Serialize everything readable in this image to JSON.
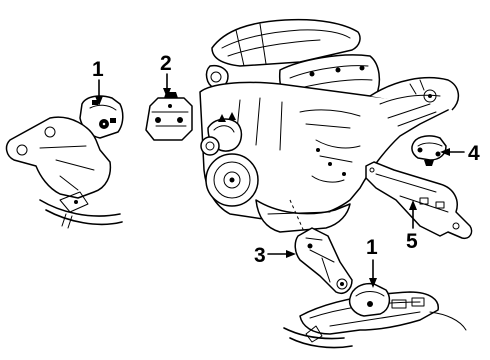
{
  "callouts": [
    {
      "id": "1",
      "part": "engine-mount-left",
      "label": "1"
    },
    {
      "id": "2",
      "part": "mount-bracket-upper",
      "label": "2"
    },
    {
      "id": "3",
      "part": "mount-bracket-lower",
      "label": "3"
    },
    {
      "id": "1b",
      "part": "engine-mount-right",
      "label": "1"
    },
    {
      "id": "4",
      "part": "transmission-mount",
      "label": "4"
    },
    {
      "id": "5",
      "part": "transmission-support",
      "label": "5"
    }
  ]
}
